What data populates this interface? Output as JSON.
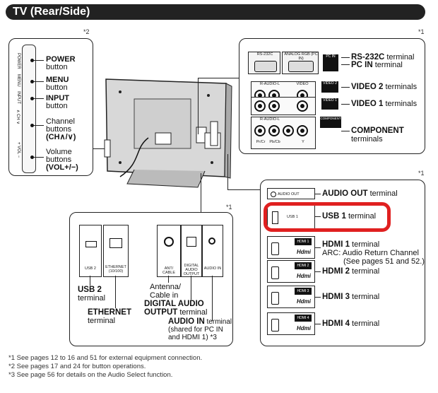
{
  "title": "TV (Rear/Side)",
  "side_panel": {
    "note_mark": "*2",
    "buttons": [
      {
        "name": "POWER",
        "desc": "button",
        "tag": "POWER"
      },
      {
        "name": "MENU",
        "desc": "button",
        "tag": "MENU"
      },
      {
        "name": "INPUT",
        "desc": "button",
        "tag": "INPUT"
      },
      {
        "name_line1": "Channel",
        "name_line2": "buttons",
        "name_line3": "(CH∧/∨)",
        "tag": "∧ CH ∨"
      },
      {
        "name_line1": "Volume",
        "name_line2": "buttons",
        "name_line3": "(VOL+/−)",
        "tag": "+ VOL −"
      }
    ]
  },
  "top_right_panel": {
    "note_mark": "*1",
    "rs232c_port": "RS-232C",
    "analog_port": "ANALOG RGB (PC IN)",
    "pc_in_tag": "PC IN",
    "video2_tag": "VIDEO 2",
    "video1_tag": "VIDEO 1",
    "component_tag": "COMPONENT",
    "raudio_l": "R-AUDIO-L",
    "video_small": "VIDEO",
    "pr_label": "Pr/Cr",
    "pb_label": "Pb/Cb",
    "y_label": "Y",
    "labels": {
      "rs232c": "RS-232C",
      "rs232c_suffix": "terminal",
      "pcin": "PC IN",
      "pcin_suffix": "terminal",
      "video2": "VIDEO 2",
      "video2_suffix": "terminals",
      "video1": "VIDEO 1",
      "video1_suffix": "terminals",
      "component": "COMPONENT",
      "component_suffix": "terminals"
    }
  },
  "bottom_right_panel": {
    "note_mark": "*1",
    "audio_out_tag": "AUDIO OUT",
    "usb1_tag": "USB 1",
    "labels": {
      "audio_out": "AUDIO OUT",
      "audio_out_suffix": "terminal",
      "usb1": "USB 1",
      "usb1_suffix": "terminal",
      "hdmi1": "HDMI 1",
      "hdmi1_suffix": "terminal",
      "hdmi1_arc": "ARC: Audio Return Channel",
      "hdmi1_pages": "(See pages 51 and 52.)",
      "hdmi2": "HDMI 2",
      "hdmi2_suffix": "terminal",
      "hdmi3": "HDMI 3",
      "hdmi3_suffix": "terminal",
      "hdmi4": "HDMI 4",
      "hdmi4_suffix": "terminal"
    },
    "hdmi_tags": [
      "HDMI 1",
      "HDMI 2",
      "HDMI 3",
      "HDMI 4"
    ],
    "hdmi_logo": "Hdmi",
    "highlight_color": "#e02020"
  },
  "bottom_left_panel": {
    "note_mark": "*1",
    "port_tags": [
      "USB 2",
      "ETHERNET (10/100)",
      "ANT/ CABLE",
      "DIGITAL AUDIO OUTPUT",
      "AUDIO IN"
    ],
    "labels": {
      "usb2": "USB 2",
      "usb2_suffix": "terminal",
      "ethernet": "ETHERNET",
      "ethernet_suffix": "terminal",
      "antenna1": "Antenna/",
      "antenna2": "Cable in",
      "digital1": "DIGITAL AUDIO",
      "digital2": "OUTPUT",
      "digital_suffix": "terminal",
      "audioin": "AUDIO IN",
      "audioin_suffix": "terminal",
      "audioin_note1": "(shared for PC IN",
      "audioin_note2": "and HDMI 1) *3"
    }
  },
  "footnotes": [
    "*1 See pages 12 to 16 and 51 for external equipment connection.",
    "*2 See pages 17 and 24 for button operations.",
    "*3 See page 56 for details on the Audio Select function."
  ]
}
